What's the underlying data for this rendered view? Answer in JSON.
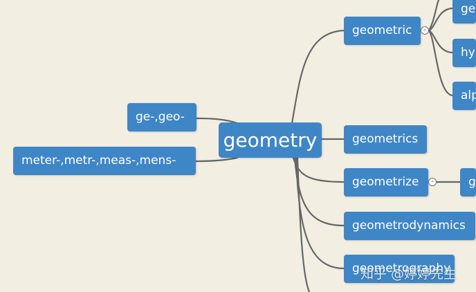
{
  "root": {
    "label": "geometry"
  },
  "left_branches": [
    {
      "label": "ge-,geo-"
    },
    {
      "label": "meter-,metr-,meas-,mens-"
    }
  ],
  "right_branches": [
    {
      "label": "geometric"
    },
    {
      "label": "geometrics"
    },
    {
      "label": "geometrize"
    },
    {
      "label": "geometrodynamics"
    },
    {
      "label": "geometrography"
    }
  ],
  "sub_branches": {
    "geometric": [
      {
        "label": "ge"
      },
      {
        "label": "hy"
      },
      {
        "label": "alp"
      }
    ],
    "geometrize": [
      {
        "label": "g"
      }
    ]
  },
  "collapse_symbol": "-",
  "watermark": {
    "text": "知乎 @婷婷先生"
  },
  "colors": {
    "background": "#f2efe2",
    "node": "#3f86c7",
    "connector": "#666666"
  }
}
